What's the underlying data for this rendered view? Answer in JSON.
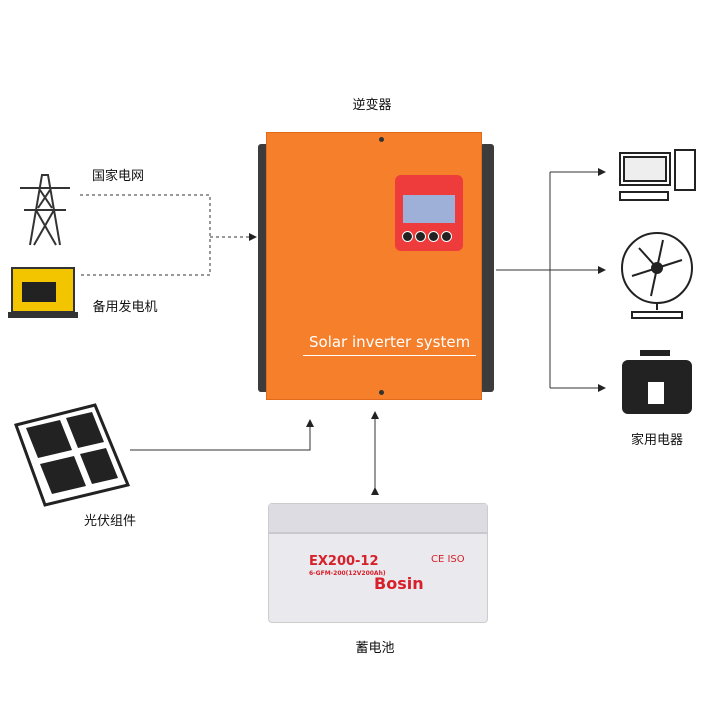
{
  "labels": {
    "inverter": "逆变器",
    "grid": "国家电网",
    "generator": "备用发电机",
    "solar": "光伏组件",
    "battery": "蓄电池",
    "appliances": "家用电器"
  },
  "inverter": {
    "title": "Solar inverter system"
  },
  "battery": {
    "model": "EX200-12",
    "spec": "6-GFM-200(12V200Ah)",
    "brand": "Bosin",
    "certs": "CE ISO"
  },
  "icons": [
    "power-tower-icon",
    "generator-icon",
    "solar-panel-icon",
    "computer-icon",
    "fan-icon",
    "rice-cooker-icon"
  ],
  "colors": {
    "inverter": "#f57f2a",
    "panel": "#ee3b3b",
    "battery_text": "#d8202a"
  }
}
